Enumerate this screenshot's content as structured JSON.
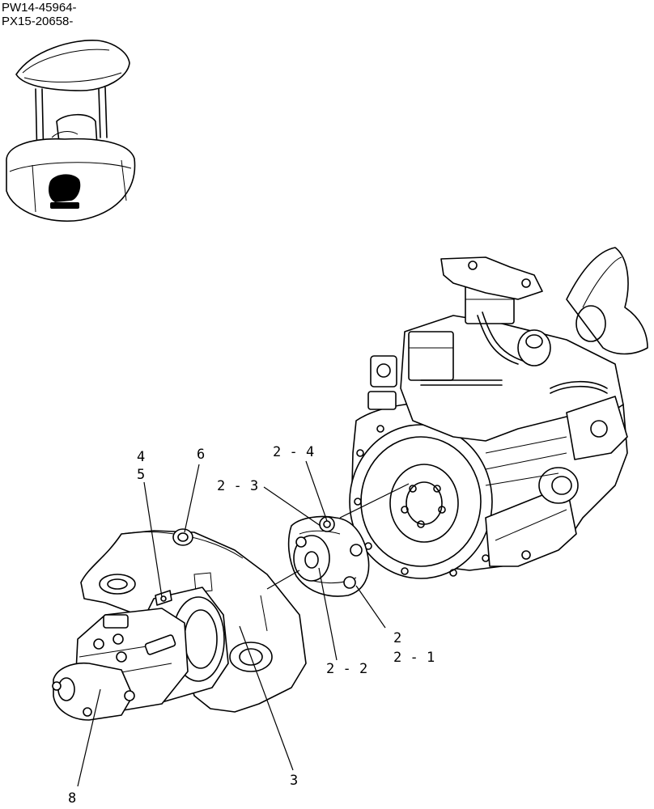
{
  "header": {
    "line1": "PW14-45964-",
    "line2": "PX15-20658-"
  },
  "callouts": {
    "c4": "4",
    "c5": "5",
    "c6": "6",
    "c2_4": "2 - 4",
    "c2_3": "2 - 3",
    "c2": "2",
    "c2_1": "2 - 1",
    "c2_2": "2 - 2",
    "c3": "3",
    "c8": "8"
  }
}
